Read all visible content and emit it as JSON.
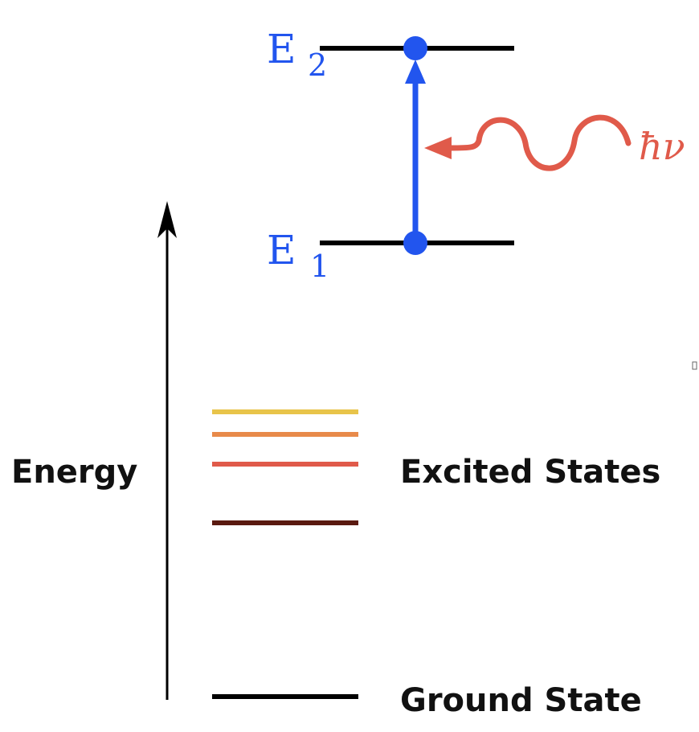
{
  "colors": {
    "transition": "#2255ee",
    "photon": "#e05a4a",
    "level": "#000000",
    "excited_1": "#e8c44a",
    "excited_2": "#e88a4a",
    "excited_3": "#e05a4a",
    "excited_4": "#5a1a10"
  },
  "upper": {
    "e2_main": "E",
    "e2_sub": "2",
    "e1_main": "E",
    "e1_sub": "1",
    "photon_label": "ħν"
  },
  "lower": {
    "axis_label": "Energy",
    "excited_label": "Excited States",
    "ground_label": "Ground State"
  },
  "icons": {
    "photon": "wavy-arrow-icon",
    "energy_axis": "up-arrow-icon"
  }
}
